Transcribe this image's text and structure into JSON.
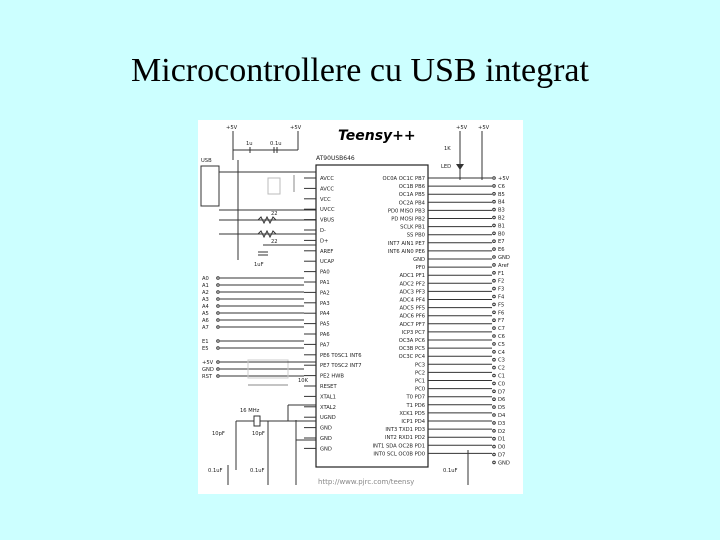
{
  "slide": {
    "title": "Microcontrollere cu USB integrat"
  },
  "schematic": {
    "brand": "Teensy++",
    "chip": "AT90USB646",
    "url": "http://www.pjrc.com/teensy",
    "left_pins": [
      "AVCC",
      "AVCC",
      "VCC",
      "UVCC",
      "VBUS",
      "D-",
      "D+",
      "AREF",
      "UCAP",
      "PA0",
      "PA1",
      "PA2",
      "PA3",
      "PA4",
      "PA5",
      "PA6",
      "PA7",
      "PE6 T0SC1 INT6",
      "PE7 T0SC2 INT7",
      "PE2 HWB",
      "RESET",
      "XTAL1",
      "XTAL2",
      "UGND",
      "GND",
      "GND",
      "GND"
    ],
    "right_pins": [
      "OC0A OC1C PB7",
      "OC1B PB6",
      "OC1A PB5",
      "OC2A PB4",
      "PD0 MISO PB3",
      "PD MOSI PB2",
      "SCLK PB1",
      "SS PB0",
      "INT7 AIN1 PE7",
      "INT6 AIN0 PE6",
      "GND",
      "PF0",
      "ADC1 PF1",
      "ADC2 PF2",
      "ADC3 PF3",
      "ADC4 PF4",
      "ADC5 PF5",
      "ADC6 PF6",
      "ADC7 PF7",
      "ICP3 PC7",
      "OC3A PC6",
      "OC3B PC5",
      "OC3C PC4",
      "PC3",
      "PC2",
      "PC1",
      "PC0",
      "T0 PD7",
      "T1 PD6",
      "XCK1 PD5",
      "ICP1 PD4",
      "INT3 TXD1 PD3",
      "INT2 RXD1 PD2",
      "INT1 SDA OC2B PD1",
      "INT0 SCL OC0B PD0"
    ],
    "outputs": [
      "+5V",
      "C6",
      "B5",
      "B4",
      "B3",
      "B2",
      "B1",
      "B0",
      "E7",
      "E6",
      "GND",
      "Aref",
      "F1",
      "F2",
      "F3",
      "F4",
      "F5",
      "F6",
      "F7",
      "C7",
      "C6",
      "C5",
      "C4",
      "C3",
      "C2",
      "C1",
      "C0",
      "D7",
      "D6",
      "D5",
      "D4",
      "D3",
      "D2",
      "D1",
      "D0",
      "D7",
      "GND"
    ],
    "left_io": [
      "A0",
      "A1",
      "A2",
      "A3",
      "A4",
      "A5",
      "A6",
      "A7",
      "E1",
      "E5",
      "+5V",
      "GND",
      "RST"
    ],
    "parts": {
      "vcc": "+5V",
      "r1k": "1K",
      "led": "LED",
      "d1": "1u",
      "c1": "0.1u",
      "r22a": "22",
      "r22b": "22",
      "c1uf": "1uF",
      "r10k": "10K",
      "xtal": "16 MHz",
      "c10pa": "10pF",
      "c10pb": "10pF",
      "c01a": "0.1uF",
      "c01b": "0.1uF",
      "c01c": "0.1uF",
      "usb": "USB"
    }
  }
}
